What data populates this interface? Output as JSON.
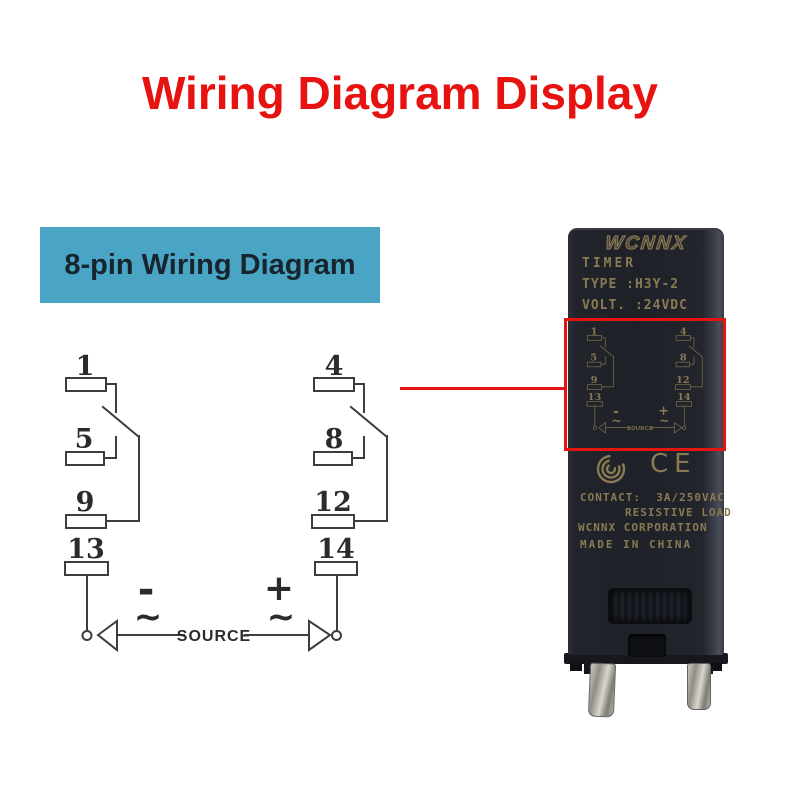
{
  "title": "Wiring Diagram Display",
  "banner": {
    "label": "8-pin Wiring Diagram"
  },
  "schematic": {
    "pins": {
      "p1": "1",
      "p4": "4",
      "p5": "5",
      "p8": "8",
      "p9": "9",
      "p12": "12",
      "p13": "13",
      "p14": "14"
    },
    "source": "SOURCE",
    "minus": "-",
    "plus": "+",
    "tilde": "~"
  },
  "relay": {
    "brand": "WCNNX",
    "product": "TIMER",
    "type_line": "TYPE :H3Y-2",
    "volt_line": "VOLT. :24VDC",
    "ce_mark": "CE",
    "contact_line": "CONTACT:  3A/250VAC",
    "load_line": "RESISTIVE LOAD",
    "corp_line": "WCNNX CORPORATION",
    "origin_line": "MADE IN CHINA"
  },
  "colors": {
    "accent_red": "#e61310",
    "banner_teal": "#4aa4c4",
    "relay_body": "#23252d",
    "engrave_bronze": "#8a7a52"
  }
}
